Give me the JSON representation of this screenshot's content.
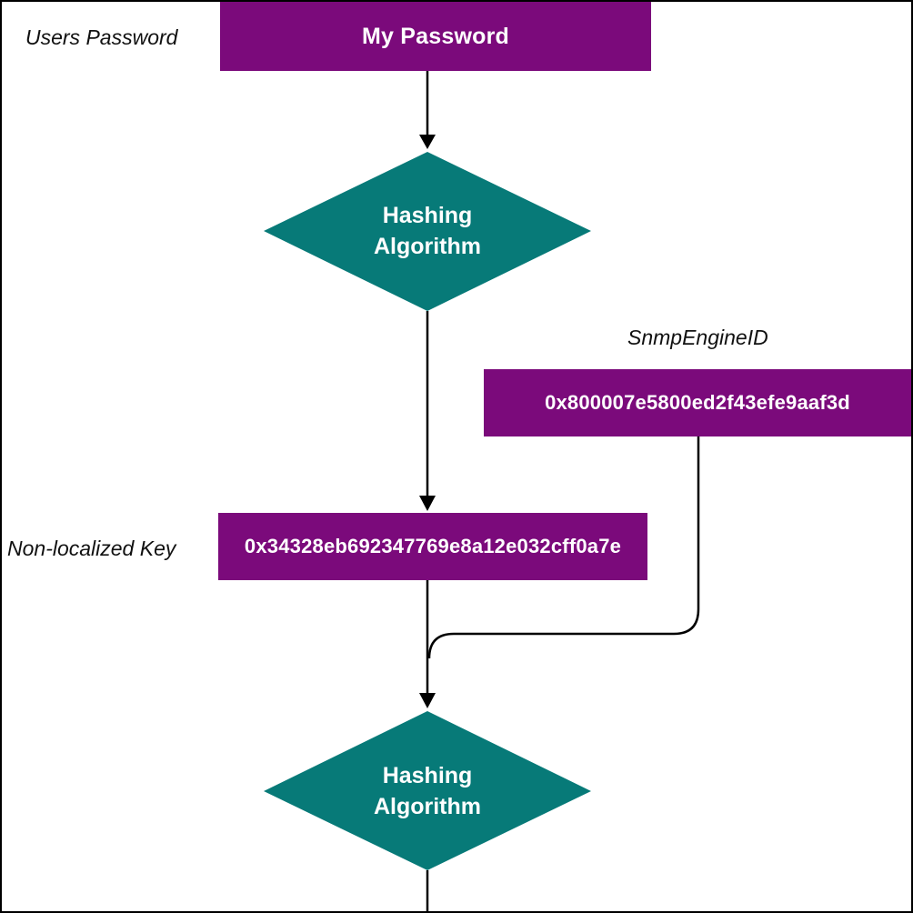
{
  "labels": {
    "users_password": "Users Password",
    "snmp_engine_id": "SnmpEngineID",
    "non_localized_key": "Non-localized Key"
  },
  "nodes": {
    "my_password": "My Password",
    "hashing_1": {
      "line1": "Hashing",
      "line2": "Algorithm"
    },
    "engine_id_value": "0x800007e5800ed2f43efe9aaf3d",
    "non_localized_key_value": "0x34328eb692347769e8a12e032cff0a7e",
    "hashing_2": {
      "line1": "Hashing",
      "line2": "Algorithm"
    }
  },
  "colors": {
    "box": "#7b0a7b",
    "diamond": "#077a78",
    "line": "#000000"
  }
}
